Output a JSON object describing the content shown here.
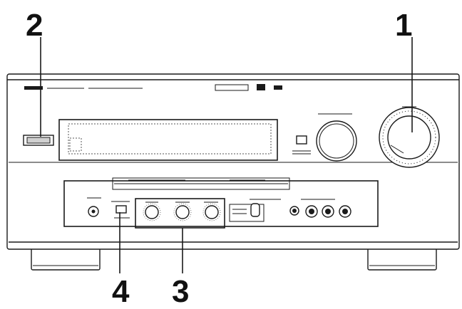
{
  "callouts": {
    "one": "1",
    "two": "2",
    "three": "3",
    "four": "4"
  },
  "colors": {
    "ink": "#1a1a1a",
    "paper": "#ffffff"
  }
}
